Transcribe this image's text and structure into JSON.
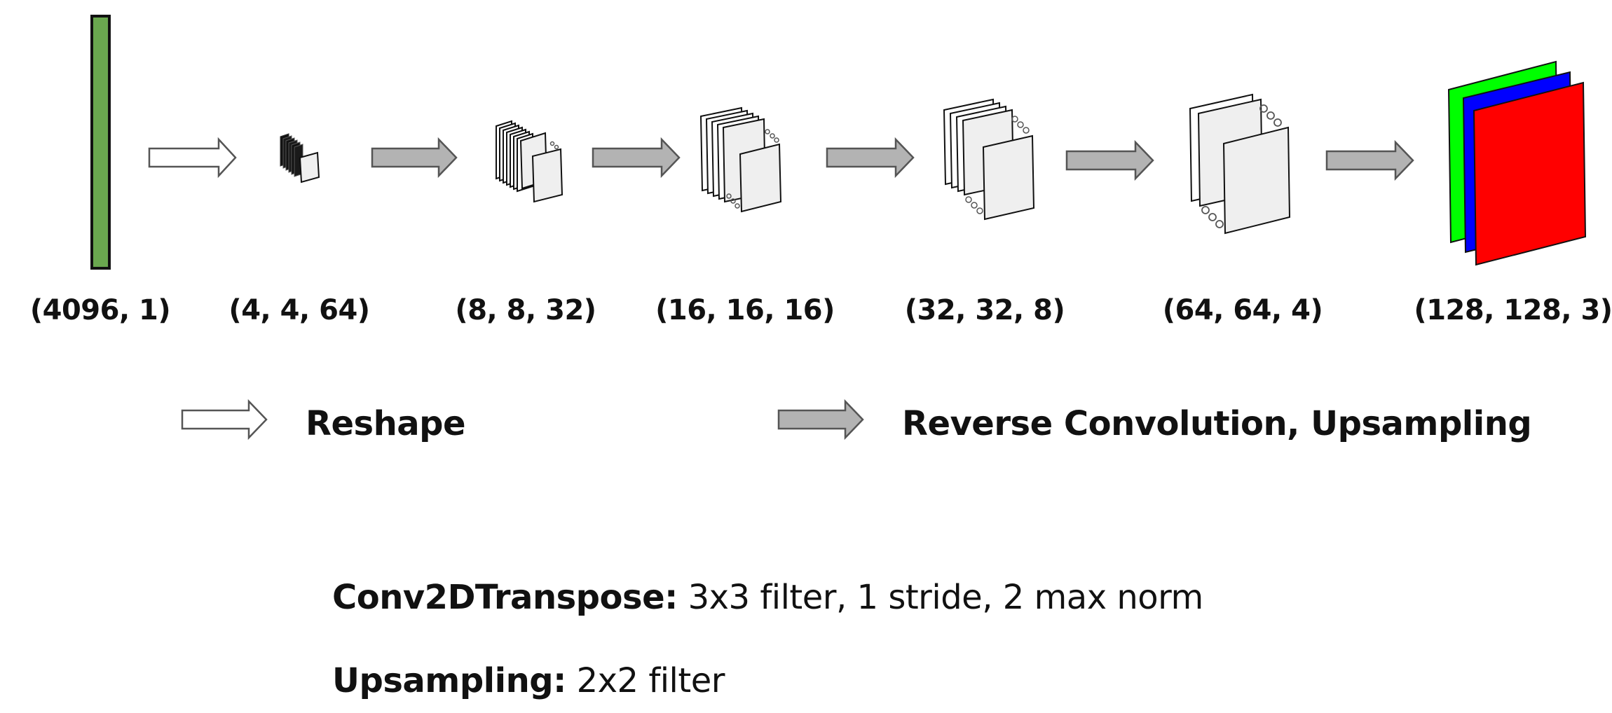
{
  "layers": [
    {
      "shape": "(4096, 1)",
      "kind": "vector",
      "color": "#6aa84f"
    },
    {
      "shape": "(4, 4, 64)",
      "kind": "feature-map-stack",
      "depth": 64
    },
    {
      "shape": "(8, 8, 32)",
      "kind": "feature-map-stack",
      "depth": 32
    },
    {
      "shape": "(16, 16, 16)",
      "kind": "feature-map-stack",
      "depth": 16
    },
    {
      "shape": "(32, 32, 8)",
      "kind": "feature-map-stack",
      "depth": 8
    },
    {
      "shape": "(64, 64, 4)",
      "kind": "feature-map-stack",
      "depth": 4
    },
    {
      "shape": "(128, 128, 3)",
      "kind": "rgb-output",
      "colors": [
        "#00ff00",
        "#0000ff",
        "#ff0000"
      ]
    }
  ],
  "transitions": [
    "reshape",
    "upsample",
    "upsample",
    "upsample",
    "upsample",
    "upsample"
  ],
  "legend": {
    "reshape_label": "Reshape",
    "upsample_label": "Reverse Convolution, Upsampling"
  },
  "specs": [
    {
      "key": "Conv2DTranspose:",
      "value": " 3x3 filter, 1 stride, 2 max norm"
    },
    {
      "key": "Upsampling:",
      "value": " 2x2 filter"
    }
  ],
  "colors": {
    "reshape_arrow_fill": "#ffffff",
    "upsample_arrow_fill": "#b3b3b3",
    "arrow_stroke": "#555555",
    "page_fill": "#efefef",
    "page_stroke": "#111111"
  }
}
